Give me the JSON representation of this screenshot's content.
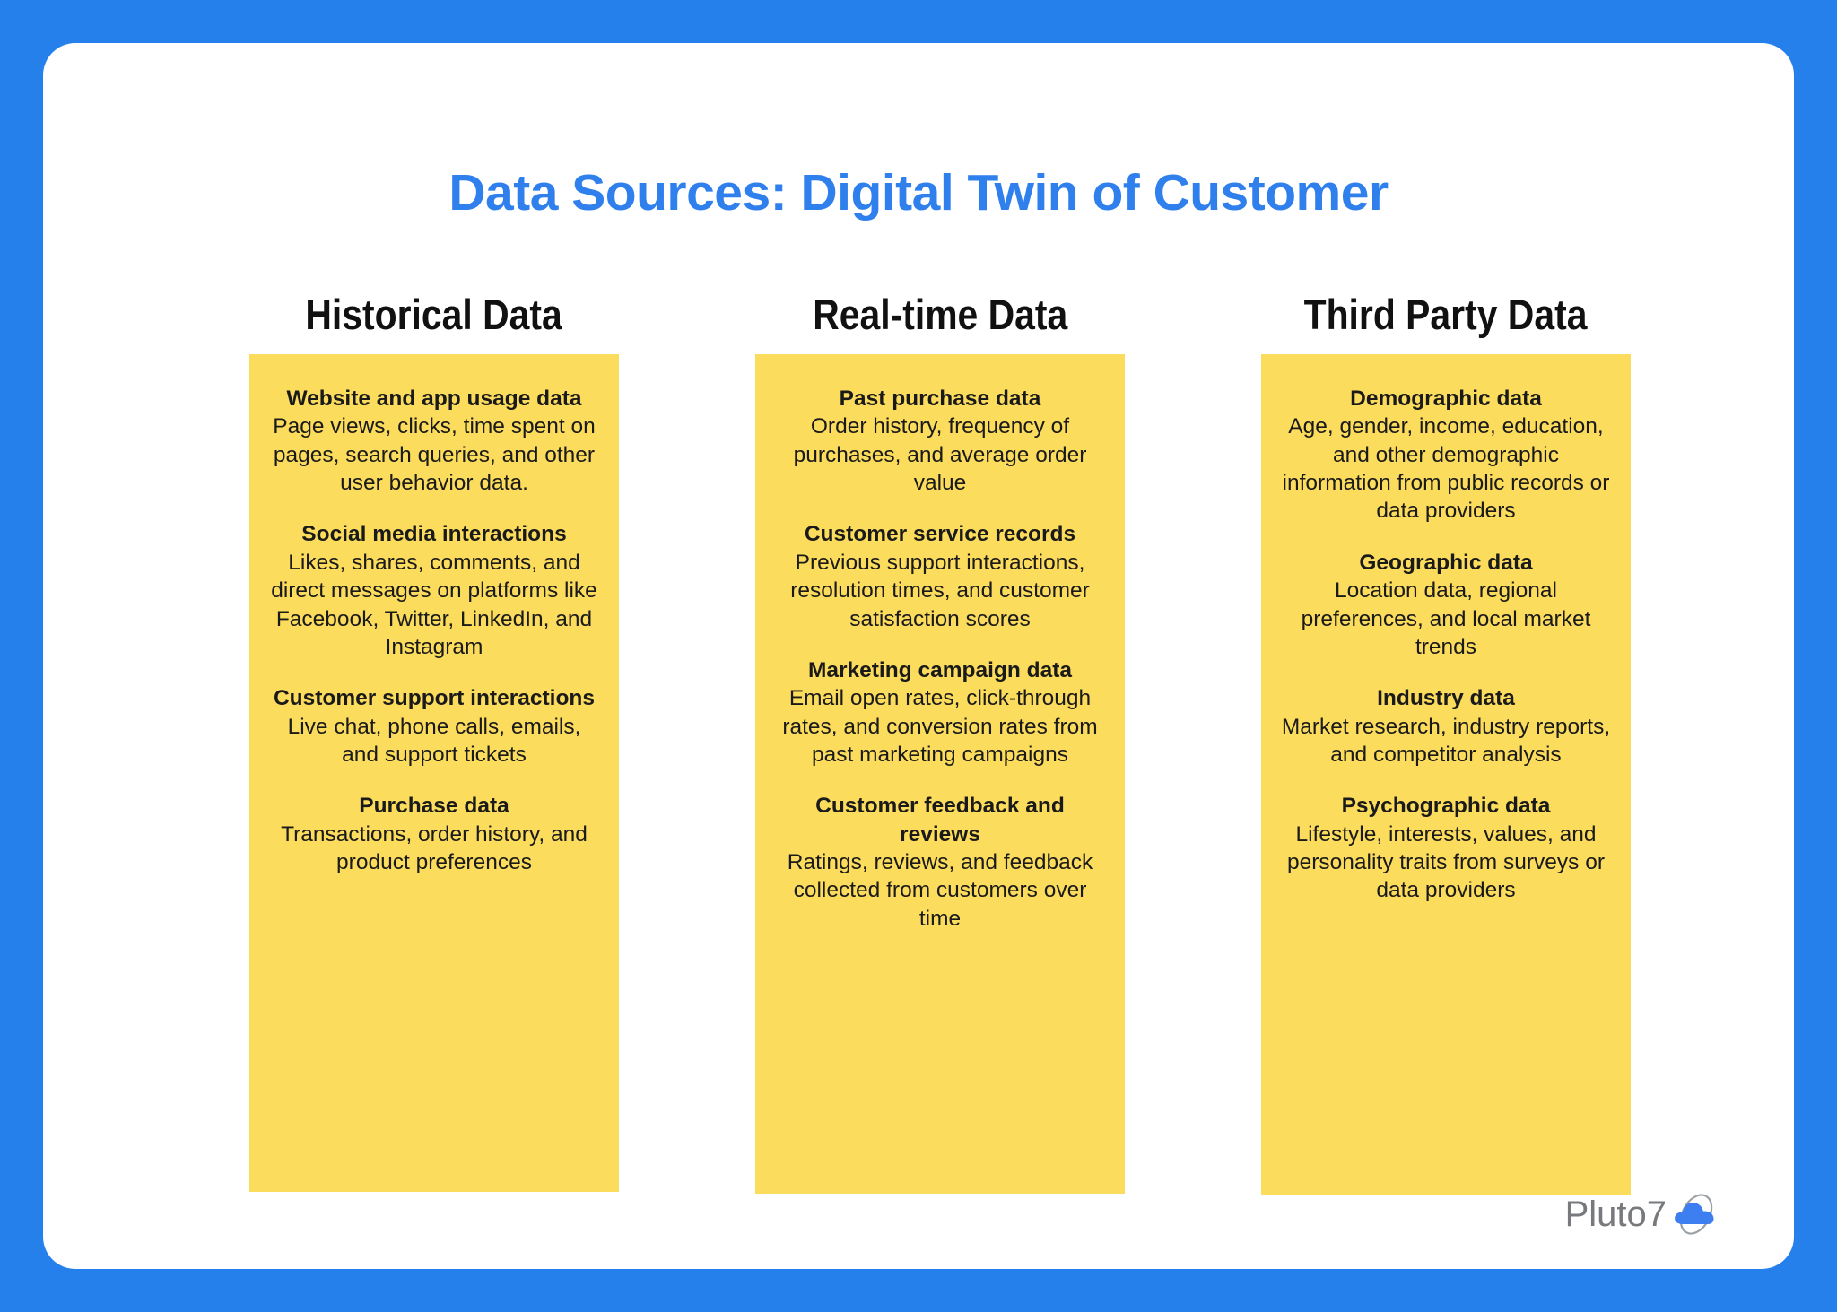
{
  "title": "Data Sources: Digital Twin of Customer",
  "colors": {
    "frame_blue": "#2680eb",
    "title_blue": "#2f80ed",
    "panel_yellow": "#fcdc5c",
    "text_black": "#1a1a1a",
    "logo_gray": "#77797c",
    "logo_cloud_blue": "#3d7ff0"
  },
  "columns": [
    {
      "header": "Historical Data",
      "entries": [
        {
          "title": "Website and app usage data",
          "desc": "Page views, clicks, time spent on pages, search queries, and other user behavior data."
        },
        {
          "title": "Social media interactions",
          "desc": "Likes, shares, comments, and direct messages on platforms like Facebook, Twitter, LinkedIn, and Instagram"
        },
        {
          "title": "Customer support interactions",
          "desc": "Live chat, phone calls, emails, and support tickets"
        },
        {
          "title": "Purchase data",
          "desc": "Transactions, order history, and product preferences"
        }
      ]
    },
    {
      "header": "Real-time Data",
      "entries": [
        {
          "title": "Past purchase data",
          "desc": "Order history, frequency of purchases, and average order value"
        },
        {
          "title": "Customer service records",
          "desc": "Previous support interactions, resolution times, and customer satisfaction scores"
        },
        {
          "title": "Marketing campaign data",
          "desc": "Email open rates, click-through rates, and conversion rates from past marketing campaigns"
        },
        {
          "title": "Customer feedback and reviews",
          "desc": "Ratings, reviews, and feedback collected from customers over time"
        }
      ]
    },
    {
      "header": "Third Party Data",
      "entries": [
        {
          "title": "Demographic data",
          "desc": "Age, gender, income, education, and other demographic information from public records or data providers"
        },
        {
          "title": "Geographic data",
          "desc": "Location data, regional preferences, and local market trends"
        },
        {
          "title": "Industry data",
          "desc": "Market research, industry reports, and competitor analysis"
        },
        {
          "title": "Psychographic data",
          "desc": "Lifestyle, interests, values, and personality traits from surveys or data providers"
        }
      ]
    }
  ],
  "logo": {
    "text": "Pluto7",
    "mark": "cloud-orbit-icon"
  }
}
